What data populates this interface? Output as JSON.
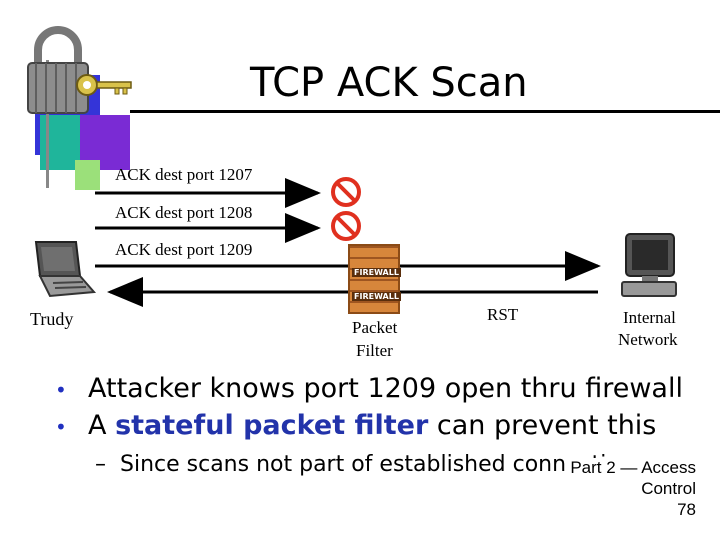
{
  "slide": {
    "title": "TCP ACK Scan",
    "arrows": [
      {
        "label": "ACK dest port 1207"
      },
      {
        "label": "ACK dest port 1208"
      },
      {
        "label": "ACK dest port 1209"
      }
    ],
    "return_label": "RST",
    "nodes": {
      "trudy": "Trudy",
      "filter_line1": "Packet",
      "filter_line2": "Filter",
      "network_line1": "Internal",
      "network_line2": "Network"
    },
    "firewall_text": [
      "FIREWALL",
      "FIREWALL"
    ],
    "bullets": {
      "b1": "Attacker knows port 1209 open thru firewall",
      "b2_pre": "A ",
      "b2_accent": "stateful packet filter",
      "b2_post": " can prevent this",
      "sub_dash": "–",
      "sub": "Since scans not part of established connections"
    },
    "footer": {
      "line1": "Part 2 — Access",
      "line2": "Control",
      "page": "78"
    },
    "colors": {
      "accent": "#2233aa",
      "block_blue": "#3434d8",
      "block_purple": "#7a2bd4",
      "block_teal": "#1fb59b",
      "block_green": "#9be07a",
      "no_sign": "#e0301f"
    },
    "icons": [
      "lock-icon",
      "key-icon",
      "laptop-icon",
      "firewall-icon",
      "computer-icon",
      "prohibited-icon"
    ]
  }
}
